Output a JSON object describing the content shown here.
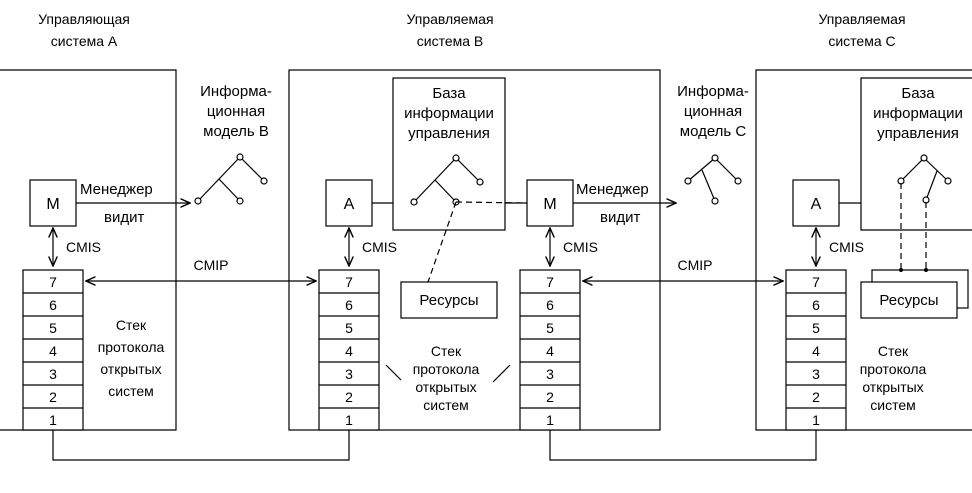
{
  "systems": {
    "a": {
      "title_line1": "Управляющая",
      "title_line2": "система А",
      "manager_label": "М",
      "manager_text": "Менеджер",
      "sees_text": "видит",
      "cmis_label": "CMIS",
      "stack_line1": "Стек",
      "stack_line2": "протокола",
      "stack_line3": "открытых",
      "stack_line4": "систем"
    },
    "b": {
      "title_line1": "Управляемая",
      "title_line2": "система В",
      "agent_label": "А",
      "cmis_label": "CMIS",
      "mib_line1": "База",
      "mib_line2": "информации",
      "mib_line3": "управления",
      "resources_label": "Ресурсы",
      "stack_line1": "Стек",
      "stack_line2": "протокола",
      "stack_line3": "открытых",
      "stack_line4": "систем",
      "manager_label": "М",
      "manager_text": "Менеджер",
      "sees_text": "видит",
      "manager_cmis_label": "CMIS"
    },
    "c": {
      "title_line1": "Управляемая",
      "title_line2": "система С",
      "agent_label": "А",
      "cmis_label": "CMIS",
      "mib_line1": "База",
      "mib_line2": "информации",
      "mib_line3": "управления",
      "resources_label": "Ресурсы",
      "stack_line1": "Стек",
      "stack_line2": "протокола",
      "stack_line3": "открытых",
      "stack_line4": "систем"
    }
  },
  "info_models": {
    "b": {
      "line1": "Информа-",
      "line2": "ционная",
      "line3": "модель В"
    },
    "c": {
      "line1": "Информа-",
      "line2": "ционная",
      "line3": "модель С"
    }
  },
  "protocol": {
    "cmip_label": "CMIP",
    "layers": [
      "7",
      "6",
      "5",
      "4",
      "3",
      "2",
      "1"
    ]
  }
}
